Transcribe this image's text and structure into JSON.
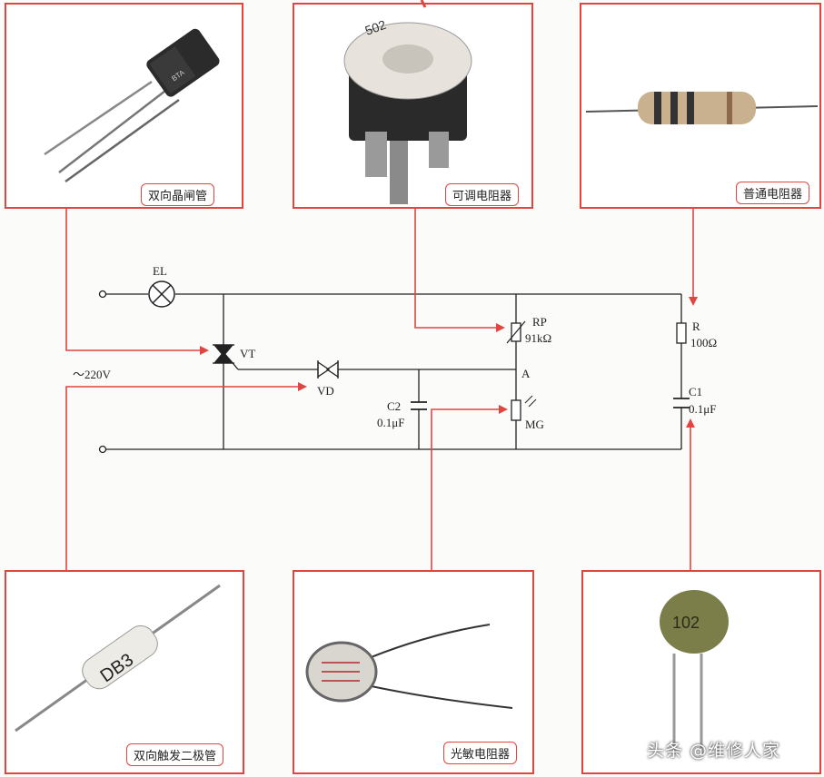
{
  "panels": {
    "triac": {
      "callout": "双向晶闸管"
    },
    "pot": {
      "callout": "可调电阻器"
    },
    "resistor": {
      "callout": "普通电阻器"
    },
    "diac": {
      "callout": "双向触发二极管",
      "body_text": "DB3"
    },
    "ldr": {
      "callout": "光敏电阻器"
    },
    "capacitor": {
      "callout": "",
      "body_text": "102"
    }
  },
  "circuit": {
    "el": "EL",
    "vt": "VT",
    "vd": "VD",
    "supply": "～220V",
    "rp_name": "RP",
    "rp_value": "91kΩ",
    "node_a": "A",
    "r_name": "R",
    "r_value": "100Ω",
    "c1_name": "C1",
    "c1_value": "0.1μF",
    "c2_name": "C2",
    "c2_value": "0.1μF",
    "mg": "MG"
  },
  "watermark": "头条 @维修人家",
  "colors": {
    "frame": "#e0453f",
    "wire": "#222222"
  }
}
